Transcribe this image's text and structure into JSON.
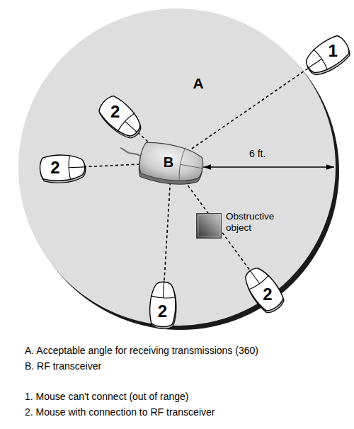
{
  "diagram": {
    "nodes": [
      {
        "text": [
          "A"
        ]
      },
      {
        "text": [
          "1"
        ]
      },
      {
        "text": [
          "2"
        ],
        "in": 0
      },
      {
        "text": [
          "B"
        ],
        "in": 0
      },
      {
        "text": [
          "2"
        ],
        "in": 0
      },
      {
        "text": [
          "Obstructive object"
        ],
        "in": 0
      },
      {
        "text": [
          "2"
        ],
        "in": 0
      },
      {
        "text": [
          "2"
        ],
        "in": 0
      }
    ],
    "edges": [
      {
        "from": 3,
        "to": 1,
        "arrow": "none"
      },
      {
        "from": 3,
        "to": 2,
        "arrow": "none"
      },
      {
        "from": 3,
        "to": 4,
        "arrow": "none"
      },
      {
        "from": 3,
        "to": 6,
        "arrow": "none"
      },
      {
        "from": 3,
        "to": 7,
        "arrow": "none"
      }
    ],
    "labels": [
      "6 ft.",
      "A. Acceptable angle for receiving transmissions (360)",
      "B. RF transceiver",
      "1. Mouse can't connect (out of range)",
      "2. Mouse with connection to RF transceiver"
    ]
  }
}
